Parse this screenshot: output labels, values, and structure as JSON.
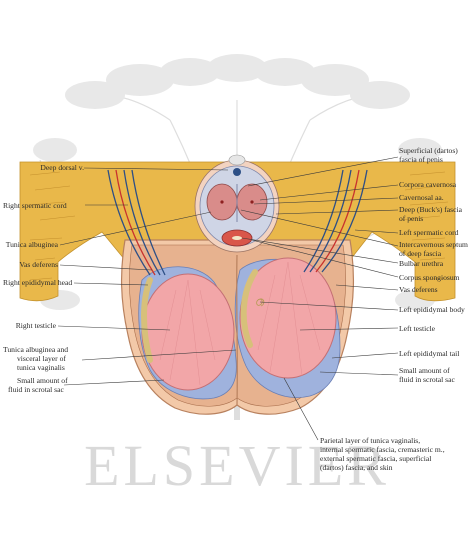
{
  "watermark": {
    "text": "ELSEVIER"
  },
  "colors": {
    "fat": "#e9b84a",
    "testis": "#f2a6a8",
    "vaginalis": "#9fb2dd",
    "skin": "#f3c9a8",
    "vein": "#2d4f86",
    "artery": "#c8322e"
  },
  "labels": {
    "left": [
      {
        "id": "deep-dorsal-vein",
        "text": "Deep dorsal v."
      },
      {
        "id": "right-spermatic-cord",
        "text": "Right spermatic cord"
      },
      {
        "id": "tunica-albuginea",
        "text": "Tunica albuginea"
      },
      {
        "id": "vas-deferens-right",
        "text": "Vas deferens"
      },
      {
        "id": "right-epididymal-head",
        "text": "Right epididymal head"
      },
      {
        "id": "right-testicle",
        "text": "Right testicle"
      },
      {
        "id": "tunica-vaginalis-line1",
        "text": "Tunica albuginea and"
      },
      {
        "id": "tunica-vaginalis-line2",
        "text": "visceral layer of"
      },
      {
        "id": "tunica-vaginalis-line3",
        "text": "tunica vaginalis"
      },
      {
        "id": "fluid-left-line1",
        "text": "Small amount of"
      },
      {
        "id": "fluid-left-line2",
        "text": "fluid in scrotal sac"
      }
    ],
    "right": [
      {
        "id": "dartos-line1",
        "text": "Superficial (dartos)"
      },
      {
        "id": "dartos-line2",
        "text": "fascia of penis"
      },
      {
        "id": "corpora-cavernosa",
        "text": "Corpora cavernosa"
      },
      {
        "id": "cavernosal-arteries",
        "text": "Cavernosal aa."
      },
      {
        "id": "bucks-line1",
        "text": "Deep (Buck's) fascia"
      },
      {
        "id": "bucks-line2",
        "text": "of penis"
      },
      {
        "id": "left-spermatic-cord",
        "text": "Left spermatic cord"
      },
      {
        "id": "septum-line1",
        "text": "Intercavernous septum"
      },
      {
        "id": "septum-line2",
        "text": "of deep fascia"
      },
      {
        "id": "bulbar-urethra",
        "text": "Bulbar urethra"
      },
      {
        "id": "corpus-spongiosum",
        "text": "Corpus spongiosum"
      },
      {
        "id": "vas-deferens-left",
        "text": "Vas deferens"
      },
      {
        "id": "left-epididymal-body",
        "text": "Left epididymal body"
      },
      {
        "id": "left-testicle",
        "text": "Left testicle"
      },
      {
        "id": "left-epididymal-tail",
        "text": "Left epididymal tail"
      },
      {
        "id": "fluid-right-line1",
        "text": "Small amount of"
      },
      {
        "id": "fluid-right-line2",
        "text": "fluid in scrotal sac"
      }
    ],
    "bottom": [
      {
        "id": "parietal-line1",
        "text": "Parietal layer of tunica vaginalis,"
      },
      {
        "id": "parietal-line2",
        "text": "internal spermatic fascia, cremasteric m.,"
      },
      {
        "id": "parietal-line3",
        "text": "external spermatic fascia, superficial"
      },
      {
        "id": "parietal-line4",
        "text": "(dartos) fascia, and skin"
      }
    ]
  }
}
